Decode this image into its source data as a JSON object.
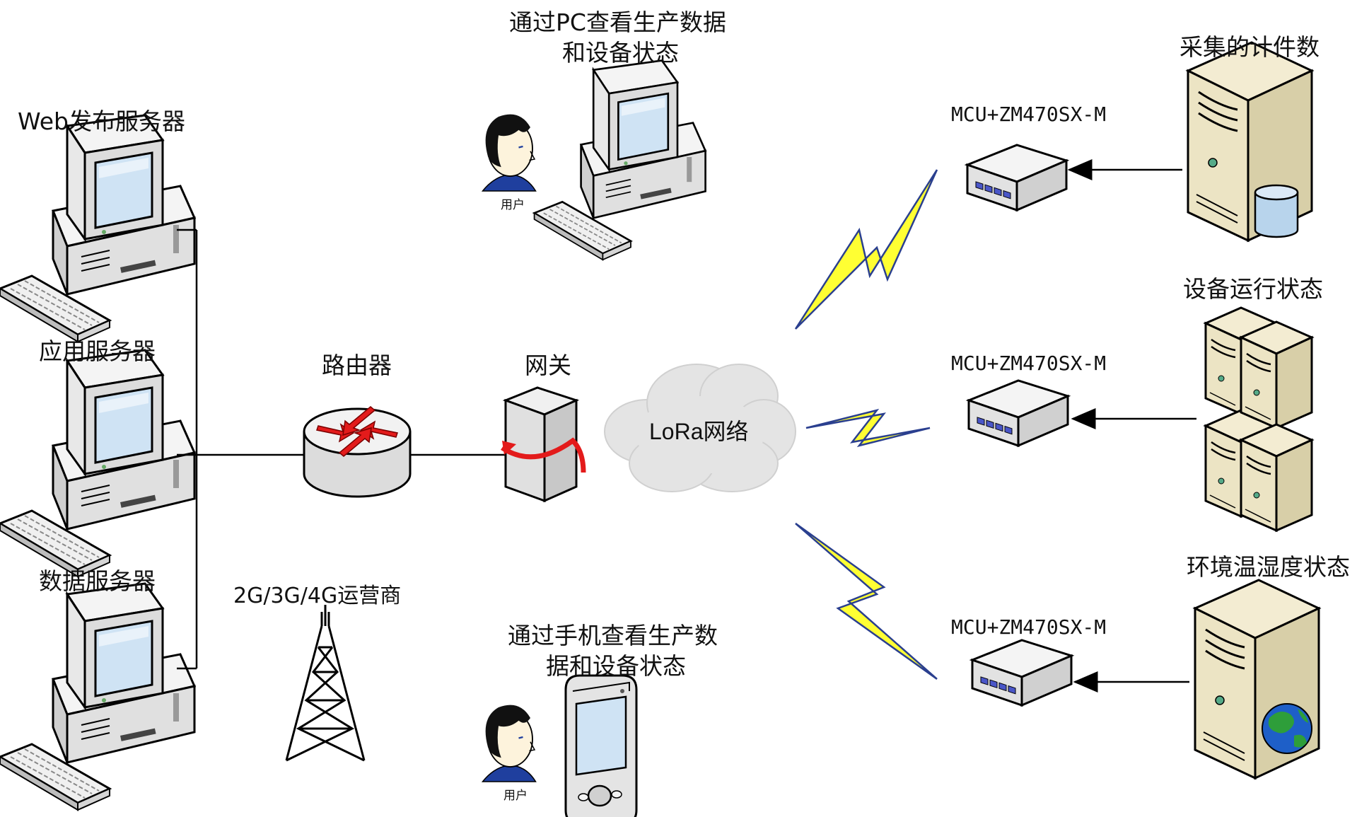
{
  "servers": {
    "web": "Web发布服务器",
    "app": "应用服务器",
    "data": "数据服务器"
  },
  "router": "路由器",
  "gateway": "网关",
  "cloud": "LoRa网络",
  "operator": "2G/3G/4G运营商",
  "pc_user": {
    "line1": "通过PC查看生产数据",
    "line2": "和设备状态",
    "user": "用户"
  },
  "mobile_user": {
    "line1": "通过手机查看生产数",
    "line2": "据和设备状态",
    "user": "用户"
  },
  "nodes": [
    {
      "module": "MCU+ZM470SX-M",
      "source": "采集的计件数"
    },
    {
      "module": "MCU+ZM470SX-M",
      "source": "设备运行状态"
    },
    {
      "module": "MCU+ZM470SX-M",
      "source": "环境温湿度状态"
    }
  ],
  "colors": {
    "line": "#000000",
    "lightning": "#ffff33",
    "lightning_edge": "#2a3f8f",
    "arrow_red": "#e31b1b",
    "server_tan": "#ece4c4",
    "pc_gray": "#e2e2e2",
    "screen_blue": "#cfe3f4",
    "cloud": "#e4e4e4",
    "globe_blue": "#1e5fc8",
    "globe_green": "#2e9e3a"
  }
}
